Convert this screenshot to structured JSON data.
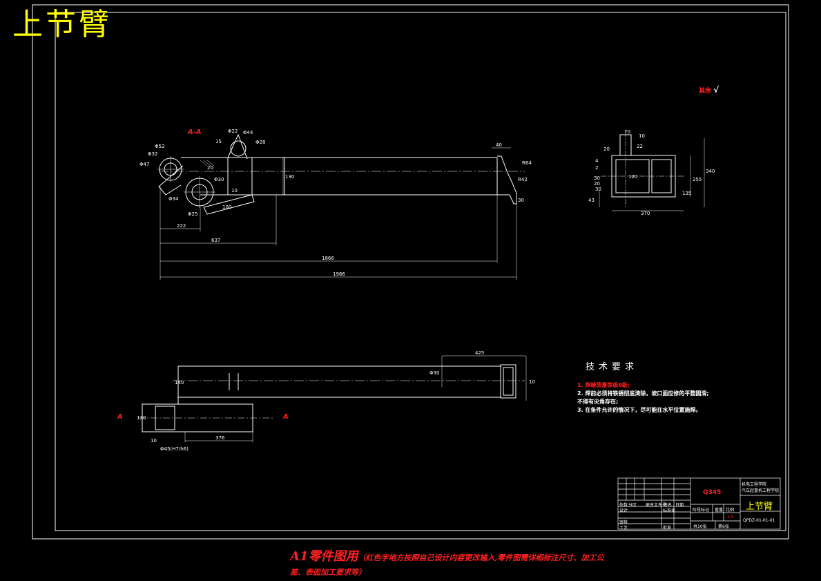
{
  "header": {
    "title": "上节臂"
  },
  "section_labels": {
    "top": "A-A",
    "left": "A",
    "right": "A"
  },
  "dimensions": {
    "front": [
      "Φ47",
      "Φ52",
      "Φ32",
      "Φ34",
      "Φ25",
      "Φ30",
      "Φ44",
      "Φ28",
      "Φ22",
      "R64",
      "R42",
      "20",
      "15",
      "40",
      "10",
      "130",
      "30",
      "100",
      "222",
      "637",
      "1866",
      "1986"
    ],
    "side": [
      "70",
      "10",
      "20",
      "22",
      "4",
      "2",
      "30",
      "120",
      "255",
      "340",
      "135",
      "43",
      "370",
      "30",
      "20"
    ],
    "top": [
      "425",
      "140",
      "Φ30",
      "10",
      "130",
      "376",
      "Φ45(H7/h6)",
      "10"
    ]
  },
  "roughness_mark": "其余",
  "tech_requirements": {
    "title": "技术要求",
    "items": [
      {
        "text": "1. 焊缝质量等级Ⅱ级;",
        "highlight": true
      },
      {
        "text": "2. 焊前必须将铁锈彻底清除，坡口面应修的平整圆滑;",
        "highlight": false
      },
      {
        "text": "   不得有尖角存在;",
        "highlight": false
      },
      {
        "text": "3. 在条件允许的情况下，尽可能在水平位置施焊。",
        "highlight": false
      }
    ]
  },
  "title_block": {
    "part_name": "上节臂",
    "material": "Q345",
    "school": "机电工程学院",
    "project": "汽车起重机工程学院",
    "drawing_no": "QPDZ-01-01-01",
    "sheets_total": "共10张",
    "sheet_no": "第6张",
    "scale": "1:5",
    "labels": {
      "stage": "阶段标记",
      "weight": "重量",
      "scale": "比例",
      "design": "设计",
      "check": "审核",
      "process": "工艺",
      "standard": "标准化",
      "approve": "批准",
      "date": "日期",
      "sign": "签名",
      "count": "处数",
      "zone": "分区",
      "doc": "更改文件号"
    }
  },
  "bottom_note": {
    "lead": "A1零件图用",
    "rest": "（红色字地方按照自己设计内容更改输入,零件图需详细标注尺寸、加工公差、表面加工要求等）"
  }
}
